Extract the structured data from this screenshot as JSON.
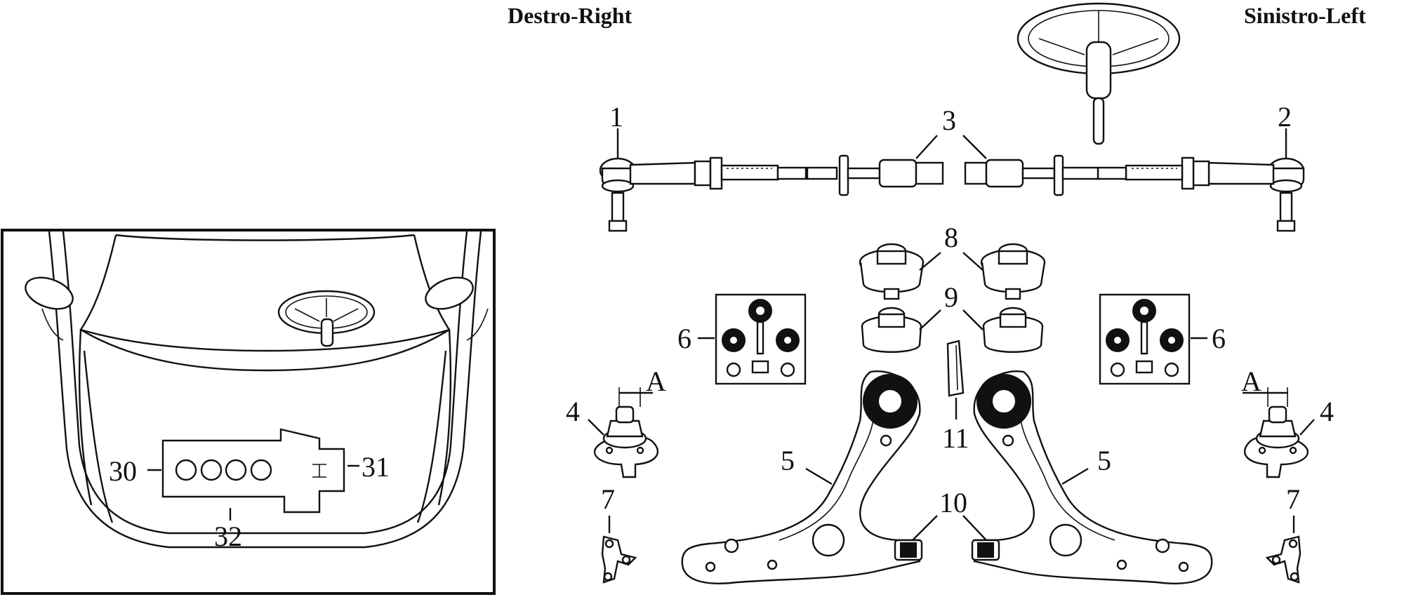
{
  "header": {
    "right_side_label": "Destro-Right",
    "left_side_label": "Sinistro-Left"
  },
  "callouts": {
    "tie_rod_end_right": "1",
    "tie_rod_end_left": "2",
    "axial_joint": "3",
    "ball_joint_right": "4",
    "ball_joint_left": "4",
    "control_arm_right": "5",
    "control_arm_left": "5",
    "bush_kit_right": "6",
    "bush_kit_left": "6",
    "bracket_right": "7",
    "bracket_left": "7",
    "rear_bush": "8",
    "front_bush": "9",
    "arm_bush": "10",
    "shim": "11",
    "dimension_right": "A",
    "dimension_left": "A"
  },
  "inset": {
    "left_callout": "30",
    "right_callout": "31",
    "bottom_callout": "32"
  }
}
